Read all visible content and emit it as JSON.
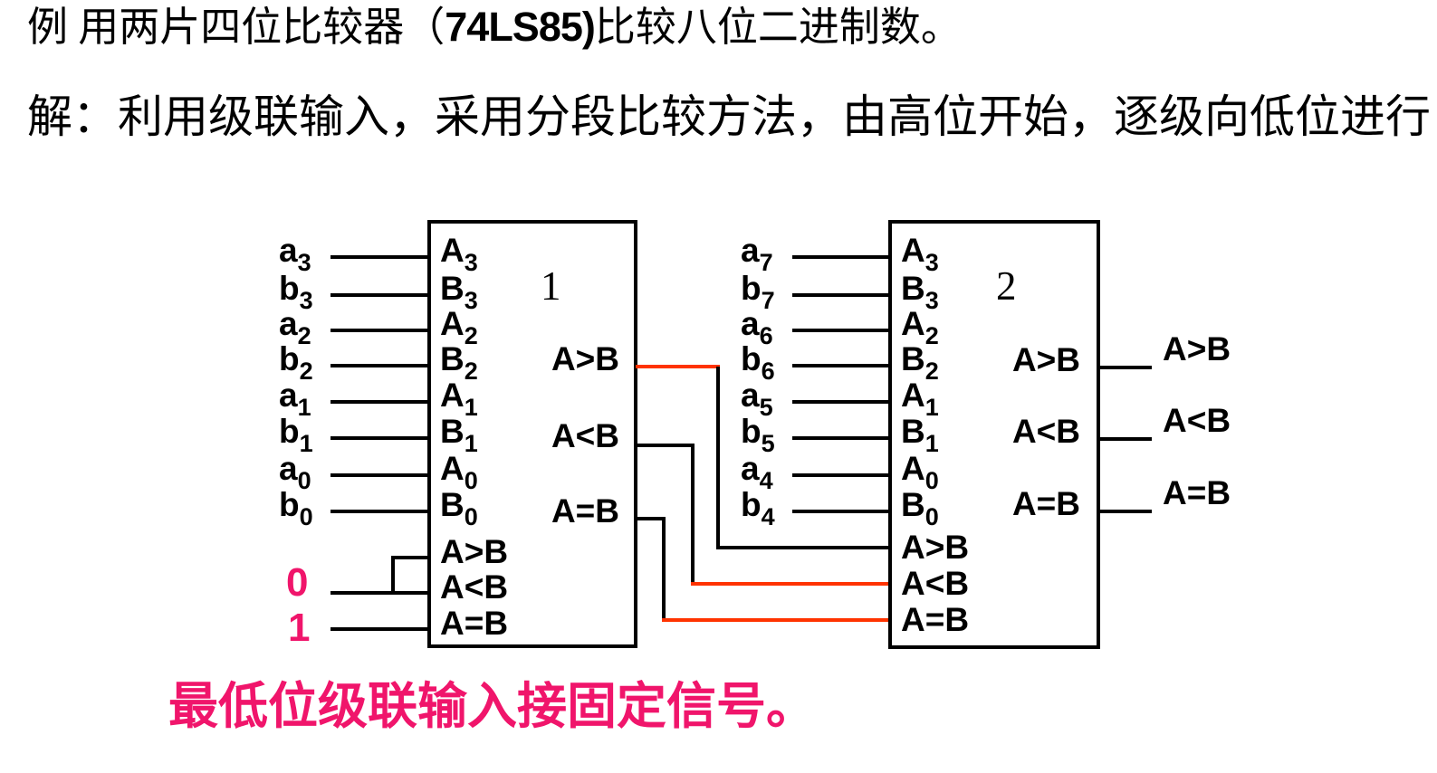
{
  "header": {
    "line1_prefix": "例 用两片四位比较器（",
    "line1_chip": "74LS85)",
    "line1_suffix": "比较八位二进制数。",
    "line2": "解：利用级联输入，采用分段比较方法，由高位开始，逐级向低位进行"
  },
  "diagram": {
    "chips": [
      {
        "number": "1",
        "inputs": [
          {
            "base": "a",
            "sub": "3"
          },
          {
            "base": "b",
            "sub": "3"
          },
          {
            "base": "a",
            "sub": "2"
          },
          {
            "base": "b",
            "sub": "2"
          },
          {
            "base": "a",
            "sub": "1"
          },
          {
            "base": "b",
            "sub": "1"
          },
          {
            "base": "a",
            "sub": "0"
          },
          {
            "base": "b",
            "sub": "0"
          }
        ],
        "pins": [
          {
            "base": "A",
            "sub": "3"
          },
          {
            "base": "B",
            "sub": "3"
          },
          {
            "base": "A",
            "sub": "2"
          },
          {
            "base": "B",
            "sub": "2"
          },
          {
            "base": "A",
            "sub": "1"
          },
          {
            "base": "B",
            "sub": "1"
          },
          {
            "base": "A",
            "sub": "0"
          },
          {
            "base": "B",
            "sub": "0"
          }
        ],
        "cascade_pins": [
          "A>B",
          "A<B",
          "A=B"
        ],
        "output_pins": [
          "A>B",
          "A<B",
          "A=B"
        ]
      },
      {
        "number": "2",
        "inputs": [
          {
            "base": "a",
            "sub": "7"
          },
          {
            "base": "b",
            "sub": "7"
          },
          {
            "base": "a",
            "sub": "6"
          },
          {
            "base": "b",
            "sub": "6"
          },
          {
            "base": "a",
            "sub": "5"
          },
          {
            "base": "b",
            "sub": "5"
          },
          {
            "base": "a",
            "sub": "4"
          },
          {
            "base": "b",
            "sub": "4"
          }
        ],
        "pins": [
          {
            "base": "A",
            "sub": "3"
          },
          {
            "base": "B",
            "sub": "3"
          },
          {
            "base": "A",
            "sub": "2"
          },
          {
            "base": "B",
            "sub": "2"
          },
          {
            "base": "A",
            "sub": "1"
          },
          {
            "base": "B",
            "sub": "1"
          },
          {
            "base": "A",
            "sub": "0"
          },
          {
            "base": "B",
            "sub": "0"
          }
        ],
        "cascade_pins": [
          "A>B",
          "A<B",
          "A=B"
        ],
        "output_pins": [
          "A>B",
          "A<B",
          "A=B"
        ]
      }
    ],
    "cascade_constants": {
      "zero": "0",
      "one": "1"
    },
    "external_outputs": [
      "A>B",
      "A<B",
      "A=B"
    ]
  },
  "note": "最低位级联输入接固定信号。",
  "colors": {
    "wire_red": "#FF3300",
    "accent_pink": "#F0156B",
    "ink": "#000000"
  }
}
